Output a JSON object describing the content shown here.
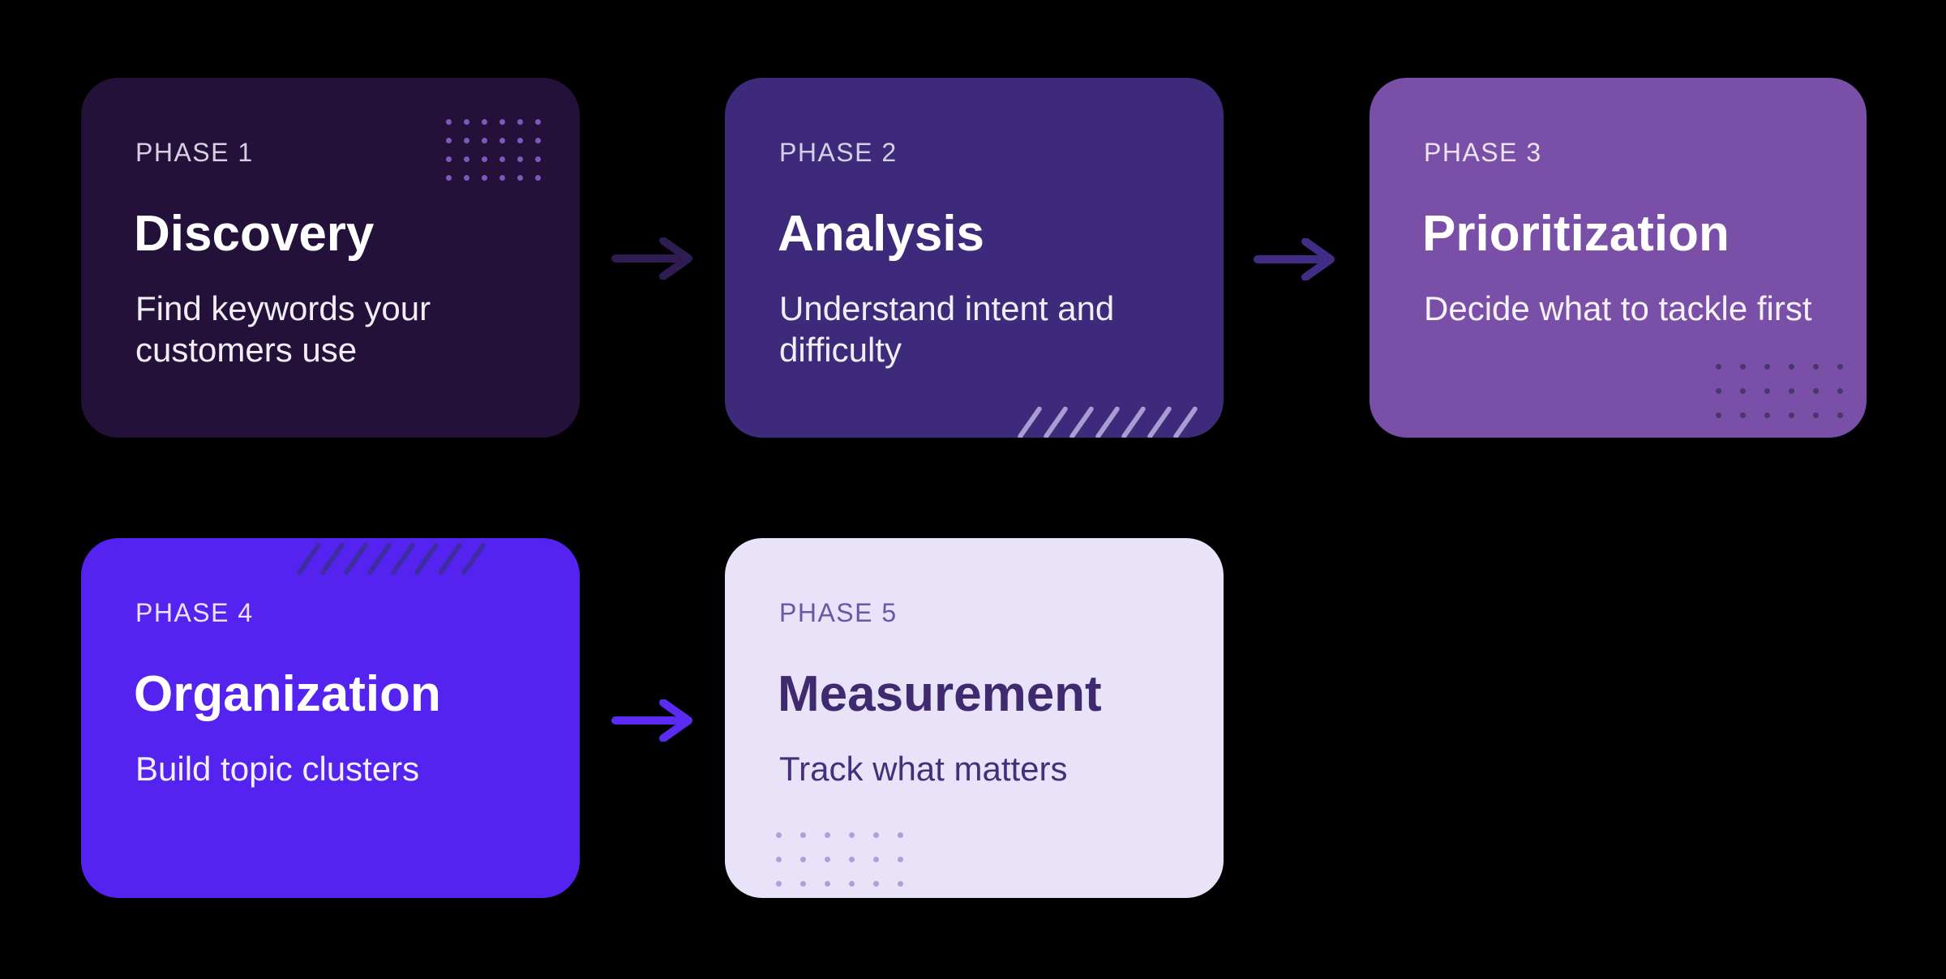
{
  "diagram": {
    "background": "#000000",
    "phases": [
      {
        "label": "PHASE 1",
        "title": "Discovery",
        "description": "Find keywords your customers use",
        "colors": {
          "bg": "#231139",
          "label": "#d6d0e2",
          "title": "#ffffff",
          "description": "#f1eef8"
        },
        "decoration": {
          "type": "dots",
          "position": "top-right",
          "color": "#7d58bd",
          "cols": 6,
          "rows": 4
        }
      },
      {
        "label": "PHASE 2",
        "title": "Analysis",
        "description": "Understand intent and difficulty",
        "colors": {
          "bg": "#3d2a7a",
          "label": "#d6d0e6",
          "title": "#ffffff",
          "description": "#f1eef8"
        },
        "decoration": {
          "type": "slashes",
          "position": "bottom-right",
          "color": "#a89cd2",
          "count": 7
        }
      },
      {
        "label": "PHASE 3",
        "title": "Prioritization",
        "description": "Decide what to tackle first",
        "colors": {
          "bg": "#7a4fa8",
          "label": "#e9e3f2",
          "title": "#ffffff",
          "description": "#f6f2fa"
        },
        "decoration": {
          "type": "dots",
          "position": "bottom-right",
          "color": "#483769",
          "cols": 6,
          "rows": 3
        }
      },
      {
        "label": "PHASE 4",
        "title": "Organization",
        "description": "Build topic clusters",
        "colors": {
          "bg": "#5523f0",
          "label": "#e9e4fb",
          "title": "#ffffff",
          "description": "#f3f0fd"
        },
        "decoration": {
          "type": "slashes",
          "position": "top-right",
          "color": "#3e2da0",
          "count": 8
        }
      },
      {
        "label": "PHASE 5",
        "title": "Measurement",
        "description": "Track what matters",
        "colors": {
          "bg": "#e8e3f9",
          "label": "#6a58a5",
          "title": "#3f2a70",
          "description": "#44307a"
        },
        "decoration": {
          "type": "dots",
          "position": "bottom-left",
          "color": "#b19fd9",
          "cols": 6,
          "rows": 3
        }
      }
    ],
    "arrows": [
      {
        "from": "PHASE 1",
        "to": "PHASE 2",
        "color": "#2e1c52"
      },
      {
        "from": "PHASE 2",
        "to": "PHASE 3",
        "color": "#412d85"
      },
      {
        "from": "PHASE 4",
        "to": "PHASE 5",
        "color": "#5b2af3"
      }
    ]
  }
}
